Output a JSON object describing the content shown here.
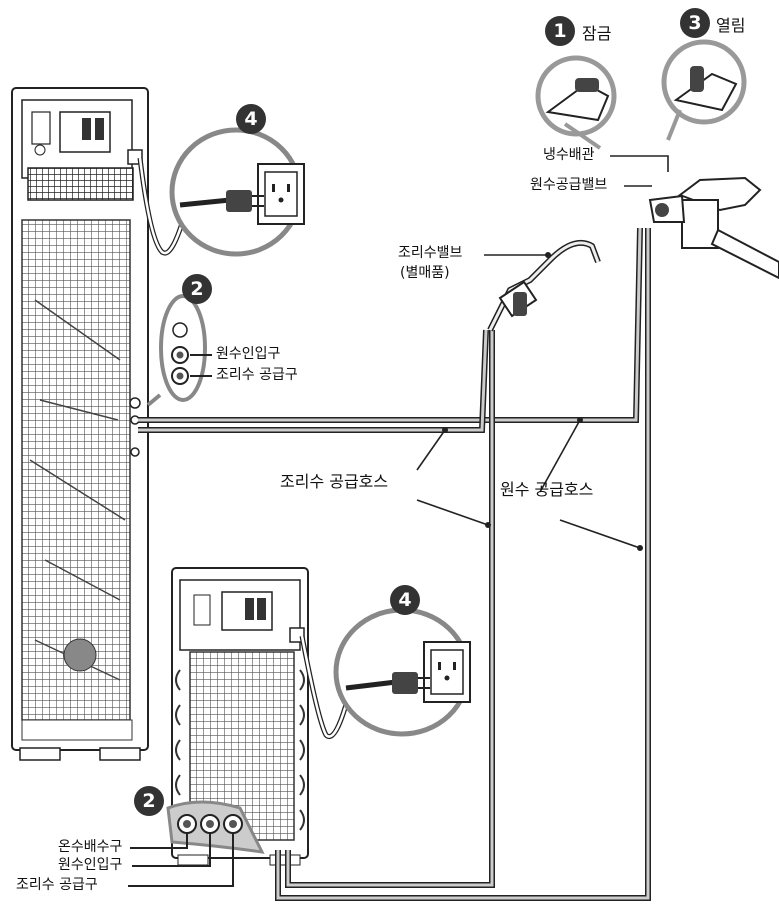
{
  "steps": {
    "lock": {
      "number": "1",
      "label": "잠금"
    },
    "open": {
      "number": "3",
      "label": "열림"
    },
    "inlet_top": {
      "number": "2"
    },
    "inlet_bottom": {
      "number": "2"
    },
    "power_top": {
      "number": "4"
    },
    "power_bottom": {
      "number": "4"
    }
  },
  "labels": {
    "cold_pipe": "냉수배관",
    "supply_valve": "원수공급밸브",
    "cooking_valve_line1": "조리수밸브",
    "cooking_valve_line2": "(별매품)",
    "raw_inlet_top": "원수인입구",
    "cooking_outlet_top": "조리수 공급구",
    "cooking_hose": "조리수 공급호스",
    "raw_hose": "원수 공급호스",
    "hot_drain": "온수배수구",
    "raw_inlet_bottom": "원수인입구",
    "cooking_outlet_bottom": "조리수 공급구"
  }
}
